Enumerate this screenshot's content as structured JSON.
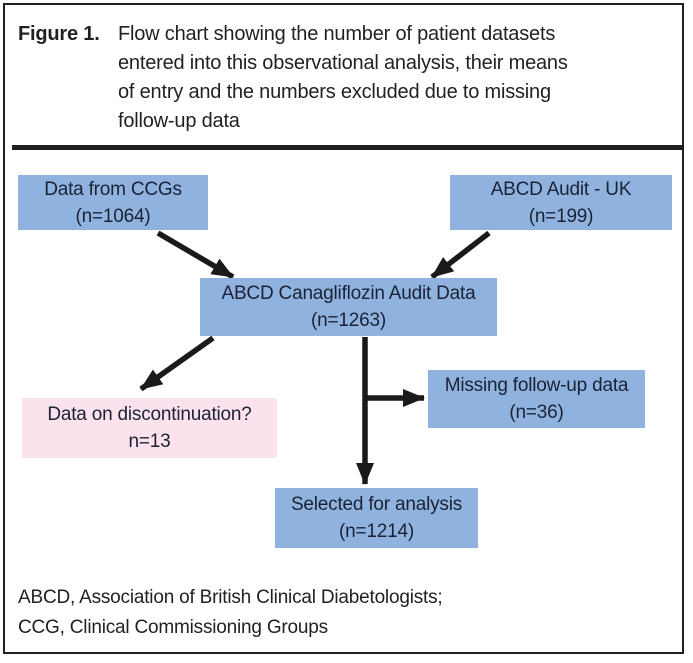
{
  "figure": {
    "label": "Figure 1.",
    "caption": "Flow chart showing the number of patient datasets entered into this observational analysis, their means of entry and the numbers excluded due to missing follow-up data",
    "caption_lines": [
      "Flow chart showing the number of patient datasets",
      "entered into this observational analysis, their means",
      "of entry and the numbers excluded due to missing",
      "follow-up data"
    ]
  },
  "nodes": {
    "ccg": {
      "line1": "Data from CCGs",
      "line2": "(n=1064)",
      "color": "blue"
    },
    "abcd_audit": {
      "line1": "ABCD Audit - UK",
      "line2": "(n=199)",
      "color": "blue"
    },
    "cana": {
      "line1": "ABCD Canagliflozin Audit Data",
      "line2": "(n=1263)",
      "color": "blue"
    },
    "discontinuation": {
      "line1": "Data on discontinuation?",
      "line2": "n=13",
      "color": "pink"
    },
    "missing": {
      "line1": "Missing follow-up data",
      "line2": "(n=36)",
      "color": "blue"
    },
    "selected": {
      "line1": "Selected for analysis",
      "line2": "(n=1214)",
      "color": "blue"
    }
  },
  "edges": [
    {
      "from": "ccg",
      "to": "cana"
    },
    {
      "from": "abcd_audit",
      "to": "cana"
    },
    {
      "from": "cana",
      "to": "discontinuation"
    },
    {
      "from": "cana",
      "to": "missing"
    },
    {
      "from": "cana",
      "to": "selected"
    }
  ],
  "footer": {
    "line1": "ABCD, Association of British Clinical Diabetologists;",
    "line2": "CCG, Clinical Commissioning Groups"
  },
  "colors": {
    "node_blue": "#8fb3de",
    "node_pink": "#fbe2ec",
    "node_text": "#1b2235",
    "text_black": "#231f20",
    "arrow": "#1a1a1a"
  }
}
